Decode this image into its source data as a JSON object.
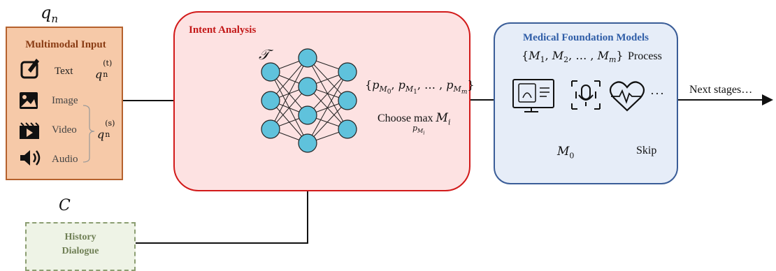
{
  "input": {
    "symbol": "q",
    "sub": "n",
    "title": "Multimodal Input",
    "text_label": "Text",
    "text_var": "q",
    "text_var_sup": "(t)",
    "text_var_sub": "n",
    "image_label": "Image",
    "video_label": "Video",
    "audio_label": "Audio",
    "media_var": "q",
    "media_var_sup": "(s)",
    "media_var_sub": "n"
  },
  "context": {
    "symbol": "C",
    "history_line1": "History",
    "history_line2": "Dialogue"
  },
  "intent": {
    "title": "Intent Analysis",
    "network_symbol": "𝒯",
    "probs": "{p",
    "probs_m0": "M₀",
    "probs_m1": "M₁",
    "probs_mm": "Mₘ",
    "choose_text": "Choose max",
    "choose_var": "M",
    "choose_var_sub": "i",
    "choose_max_sub": "p"
  },
  "models": {
    "title": "Medical Foundation Models",
    "set": "{M₁, M₂, … , Mₘ}",
    "process_label": "Process",
    "m0": "M₀",
    "skip_label": "Skip",
    "ellipsis": "···",
    "icons": [
      "ultrasound-monitor-icon",
      "voice-recorder-icon",
      "heartbeat-icon"
    ]
  },
  "output": {
    "next_label": "Next stages…"
  },
  "colors": {
    "input_fill": "#f6c9a8",
    "input_border": "#b5612d",
    "intent_fill": "#fde2e2",
    "intent_border": "#d21a1a",
    "models_fill": "#e6edf8",
    "models_border": "#3a5d98",
    "history_fill": "#eef3e6",
    "history_border": "#8c9e72",
    "neuron": "#5fc2dc"
  }
}
